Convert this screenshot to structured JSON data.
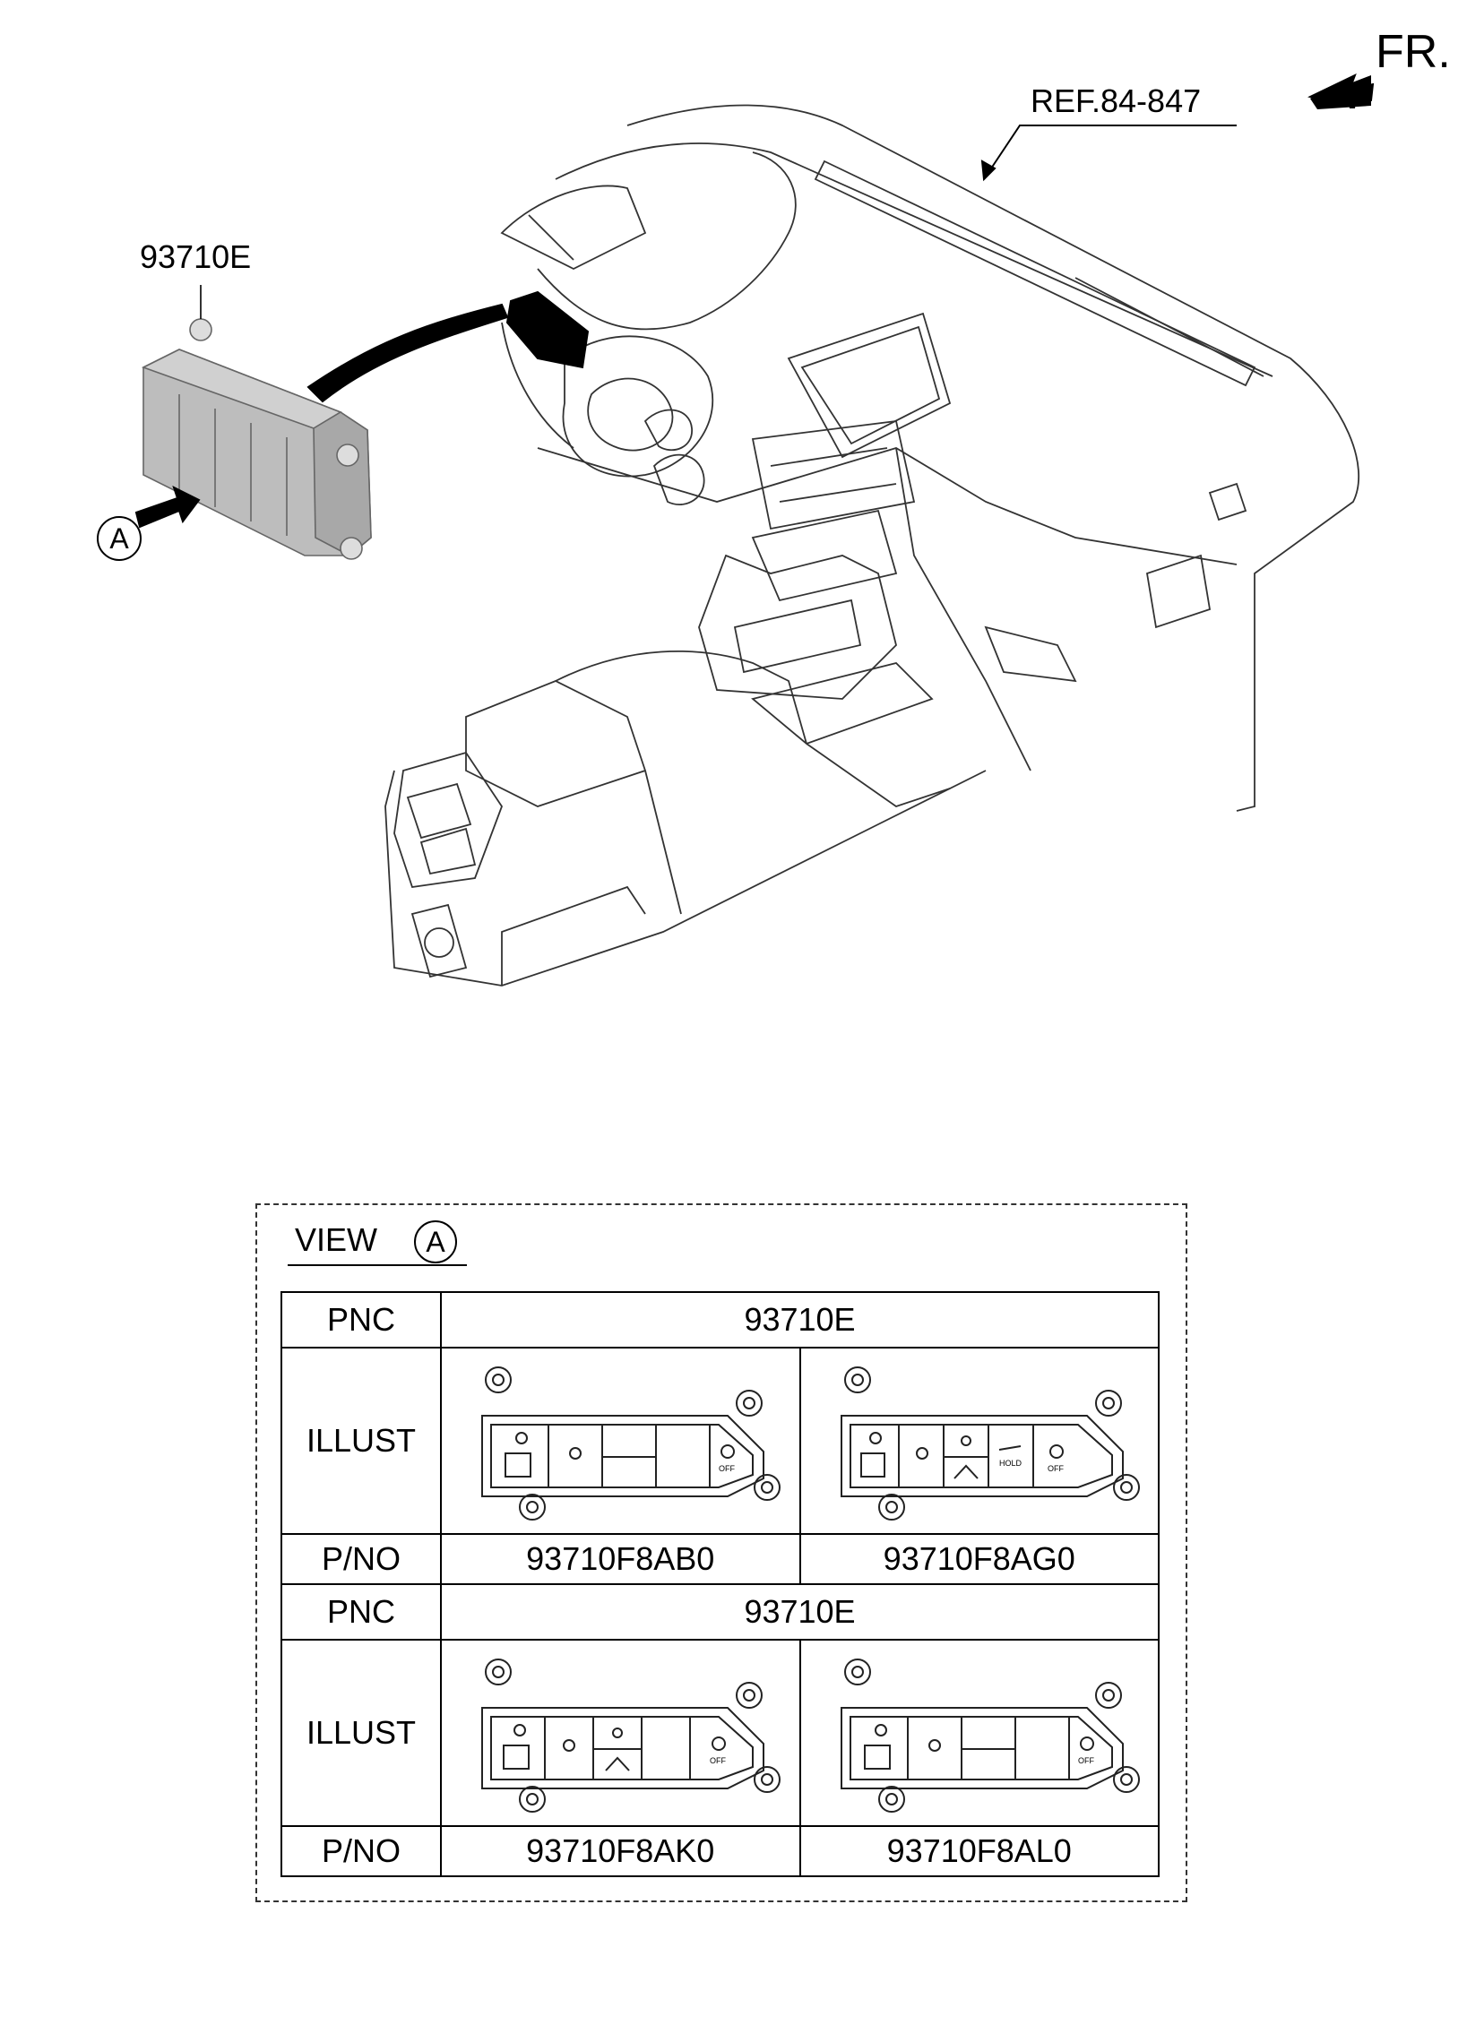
{
  "header": {
    "direction_label": "FR.",
    "reference_label": "REF.84-847",
    "part_label": "93710E",
    "callout_letter": "A"
  },
  "view": {
    "title": "VIEW",
    "letter": "A"
  },
  "table": {
    "pnc_label": "PNC",
    "illust_label": "ILLUST",
    "pno_label": "P/NO",
    "groups": [
      {
        "pnc": "93710E",
        "parts": [
          "93710F8AB0",
          "93710F8AG0"
        ]
      },
      {
        "pnc": "93710E",
        "parts": [
          "93710F8AK0",
          "93710F8AL0"
        ]
      }
    ]
  },
  "switch_labels": {
    "hold": "HOLD",
    "off": "OFF"
  }
}
